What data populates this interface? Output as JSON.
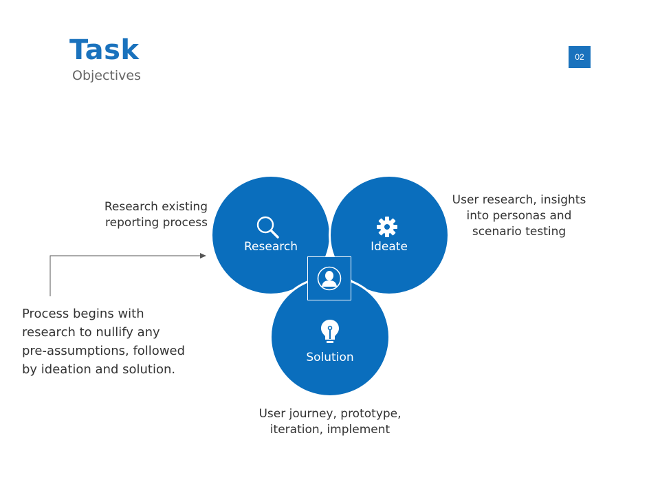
{
  "header": {
    "title": "Task",
    "subtitle": "Objectives",
    "page_number": "02"
  },
  "diagram": {
    "circles": [
      {
        "label": "Research",
        "icon": "magnifier-icon"
      },
      {
        "label": "Ideate",
        "icon": "gear-icon"
      },
      {
        "label": "Solution",
        "icon": "lightbulb-icon"
      }
    ],
    "center_icon": "user-icon"
  },
  "notes": {
    "research": "Research existing\nreporting process",
    "ideate": "User research, insights\ninto personas and\nscenario testing",
    "solution": "User journey, prototype,\niteration, implement",
    "process": "Process begins with\nresearch to nullify any\npre-assumptions, followed\nby ideation and solution."
  },
  "colors": {
    "accent": "#1a72bd",
    "circle_fill": "#0a6ebd",
    "text": "#333333",
    "connector": "#555555"
  }
}
